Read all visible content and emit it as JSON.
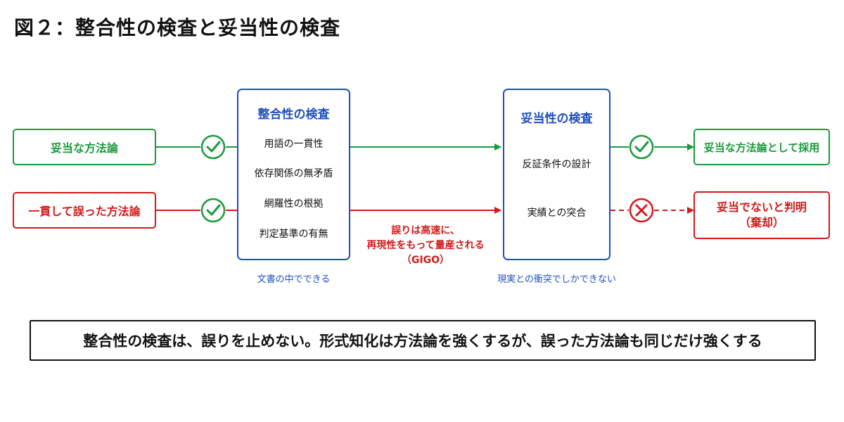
{
  "title": "図２：整合性の検査と妥当性の検査",
  "inputs": {
    "valid": "妥当な方法論",
    "invalid": "一貫して誤った方法論"
  },
  "consistency_box": {
    "title": "整合性の検査",
    "items": [
      "用語の一貫性",
      "依存関係の無矛盾",
      "網羅性の根拠",
      "判定基準の有無"
    ],
    "caption": "文書の中でできる"
  },
  "validity_box": {
    "title": "妥当性の検査",
    "items": [
      "反証条件の設計",
      "実績との突合"
    ],
    "caption": "現実との衝突でしかできない"
  },
  "gigo_note": {
    "line1": "誤りは高速に、",
    "line2": "再現性をもって量産される",
    "line3": "（GIGO）"
  },
  "outputs": {
    "adopt": "妥当な方法論として採用",
    "reject_line1": "妥当でないと判明",
    "reject_line2": "（棄却）"
  },
  "conclusion": "整合性の検査は、誤りを止めない。形式知化は方法論を強くするが、誤った方法論も同じだけ強くする",
  "colors": {
    "green": "#1a9a3c",
    "red": "#d11a1a",
    "blue": "#1f4fbf",
    "black": "#111111"
  },
  "icons": {
    "check": "check-circle-icon",
    "reject": "x-circle-icon"
  }
}
